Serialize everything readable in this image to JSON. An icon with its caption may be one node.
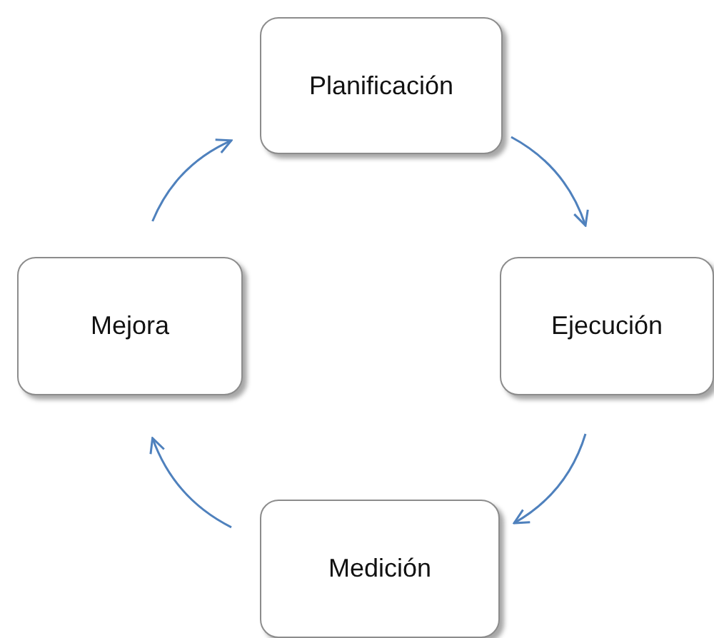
{
  "diagram": {
    "nodes": [
      {
        "text": [
          "Planificación"
        ]
      },
      {
        "text": [
          "Ejecución"
        ]
      },
      {
        "text": [
          "Medición"
        ]
      },
      {
        "text": [
          "Mejora"
        ]
      }
    ],
    "edges": [
      {
        "from": 0,
        "to": 1,
        "arrow": "to"
      },
      {
        "from": 1,
        "to": 2,
        "arrow": "to"
      },
      {
        "from": 2,
        "to": 3,
        "arrow": "to"
      },
      {
        "from": 3,
        "to": 0,
        "arrow": "to"
      }
    ]
  }
}
